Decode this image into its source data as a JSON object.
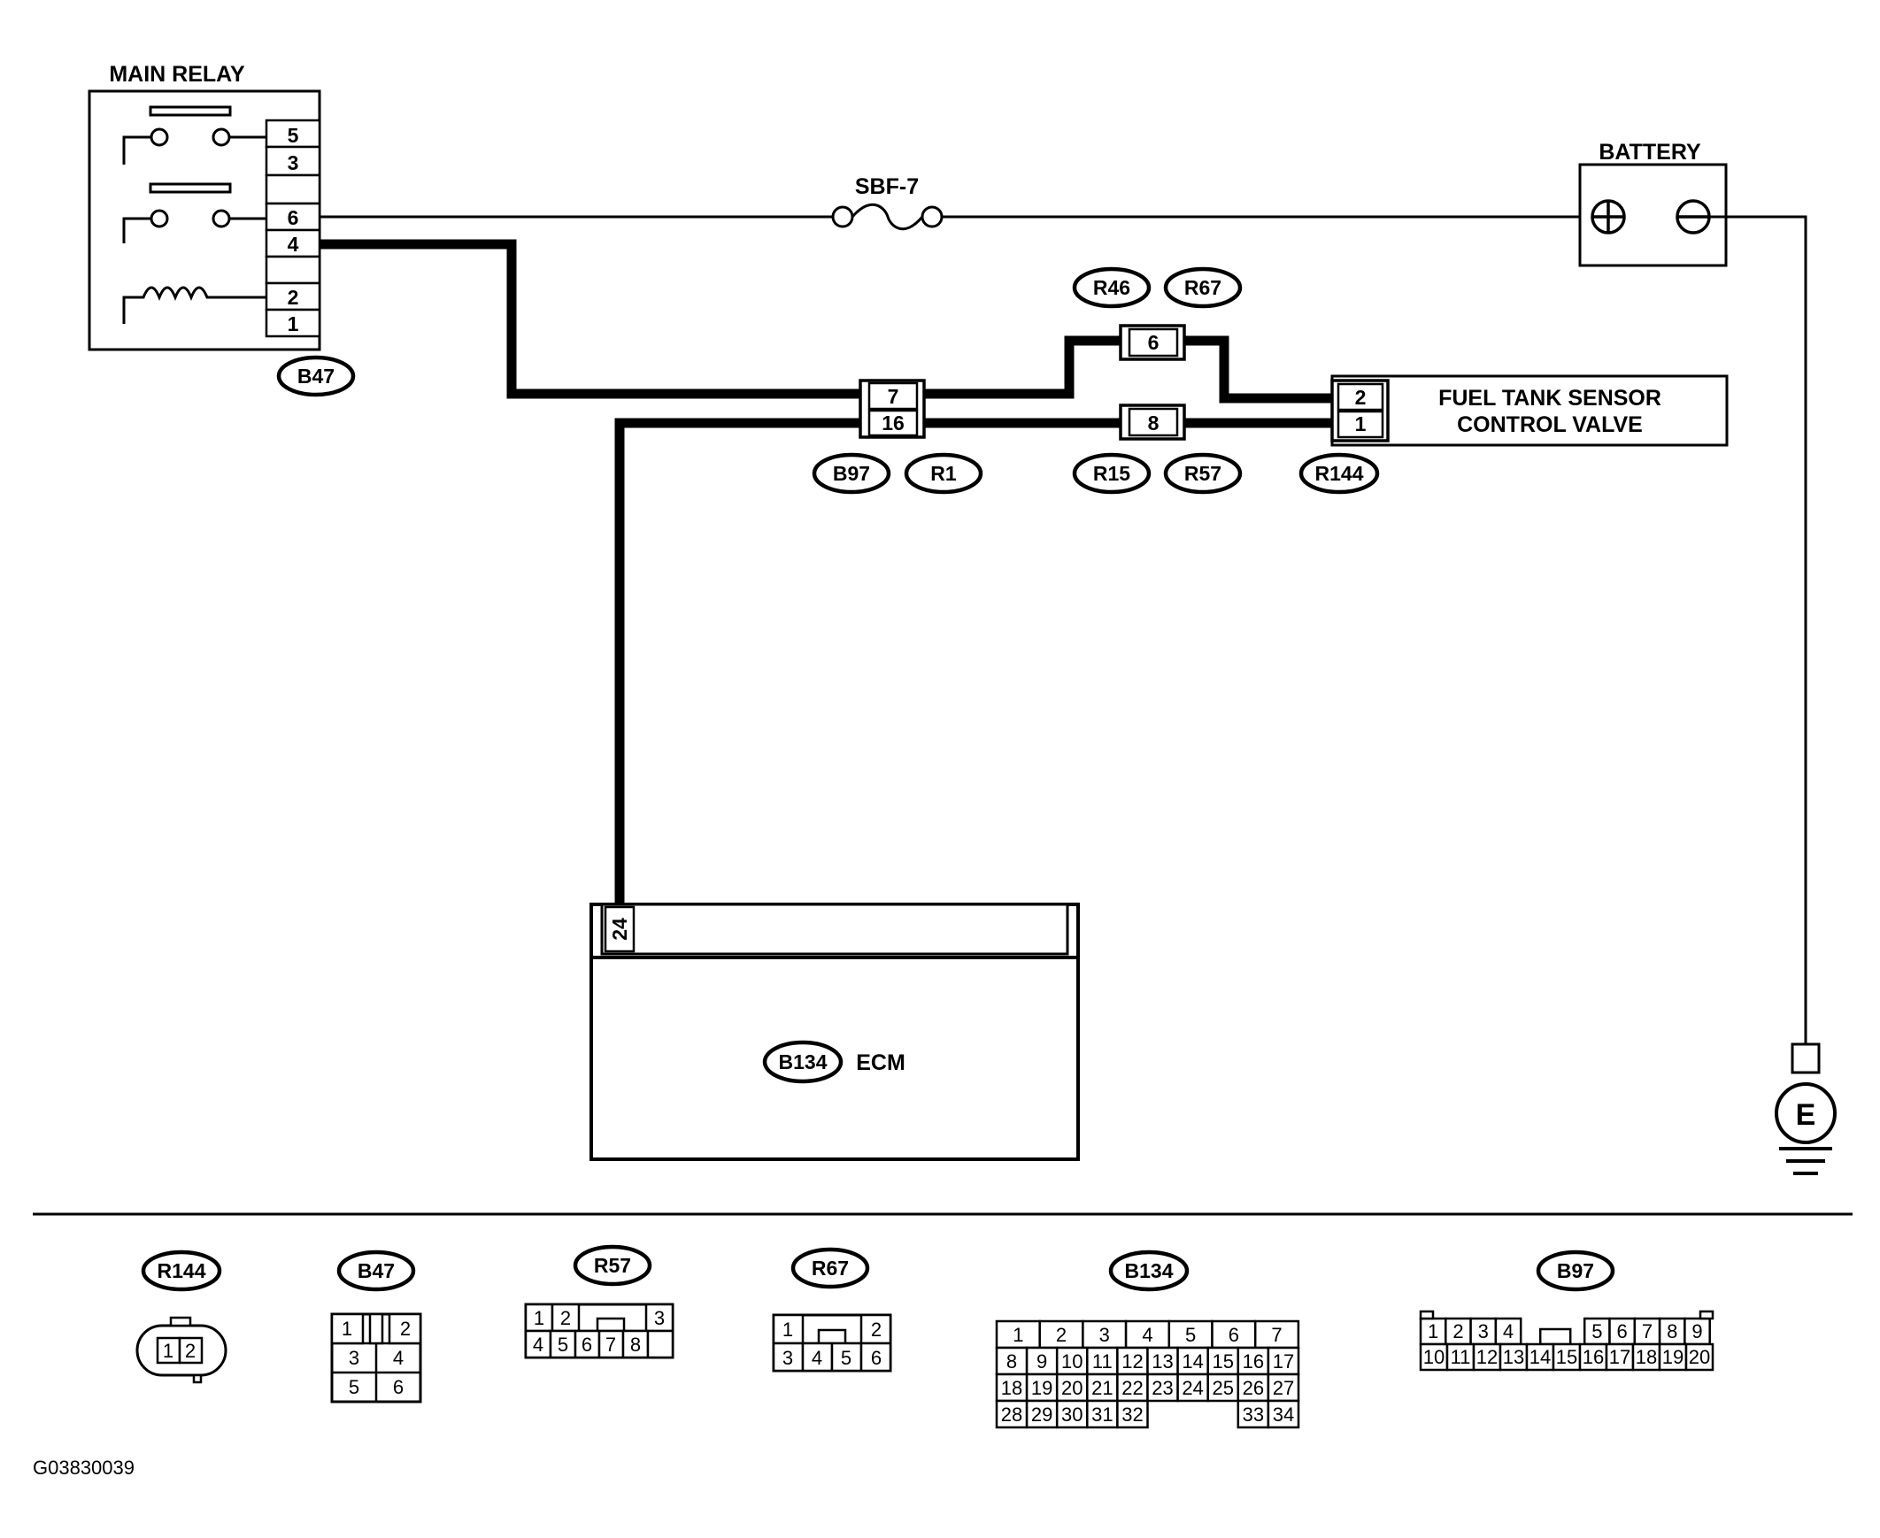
{
  "main_relay": {
    "title": "MAIN RELAY",
    "pins": [
      "5",
      "3",
      "6",
      "4",
      "2",
      "1"
    ],
    "connector": "B47"
  },
  "fuse": {
    "label": "SBF-7"
  },
  "battery": {
    "label": "BATTERY"
  },
  "ground": {
    "label": "E"
  },
  "valve": {
    "line1": "FUEL TANK SENSOR",
    "line2": "CONTROL VALVE",
    "pins": [
      "2",
      "1"
    ],
    "connector": "R144"
  },
  "joint_b97": {
    "pins": [
      "7",
      "16"
    ],
    "connectors": [
      "B97",
      "R1"
    ]
  },
  "joint_r46": {
    "pin": "6",
    "connectors": [
      "R46",
      "R67"
    ]
  },
  "joint_r15": {
    "pin": "8",
    "connectors": [
      "R15",
      "R57"
    ]
  },
  "ecm": {
    "label": "ECM",
    "connector": "B134",
    "pin": "24"
  },
  "legend": {
    "r144": {
      "tag": "R144",
      "pins": [
        "1",
        "2"
      ]
    },
    "b47": {
      "tag": "B47",
      "pins": [
        "1",
        "2",
        "3",
        "4",
        "5",
        "6"
      ]
    },
    "r57": {
      "tag": "R57",
      "pins": [
        "1",
        "2",
        "3",
        "4",
        "5",
        "6",
        "7",
        "8"
      ]
    },
    "r67": {
      "tag": "R67",
      "pins": [
        "1",
        "2",
        "3",
        "4",
        "5",
        "6"
      ]
    },
    "b134": {
      "tag": "B134",
      "pins": [
        "1",
        "2",
        "3",
        "4",
        "5",
        "6",
        "7",
        "8",
        "9",
        "10",
        "11",
        "12",
        "13",
        "14",
        "15",
        "16",
        "17",
        "18",
        "19",
        "20",
        "21",
        "22",
        "23",
        "24",
        "25",
        "26",
        "27",
        "28",
        "29",
        "30",
        "31",
        "32",
        "33",
        "34"
      ]
    },
    "b97": {
      "tag": "B97",
      "pins": [
        "1",
        "2",
        "3",
        "4",
        "5",
        "6",
        "7",
        "8",
        "9",
        "10",
        "11",
        "12",
        "13",
        "14",
        "15",
        "16",
        "17",
        "18",
        "19",
        "20"
      ]
    }
  },
  "figure_code": "G03830039"
}
